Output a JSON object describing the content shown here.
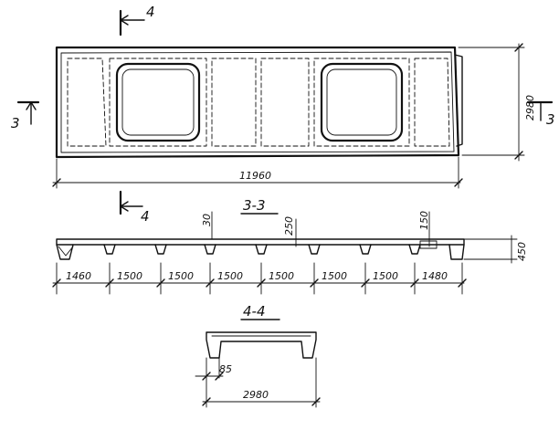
{
  "plan": {
    "length_label": "11960",
    "width_label": "2980",
    "section_3_left": "3",
    "section_3_right": "3",
    "section_4_top": "4",
    "section_4_bottom": "4"
  },
  "section_3_3": {
    "title": "3-3",
    "rib_30": "30",
    "rib_250": "250",
    "rib_150": "150",
    "height_450": "450",
    "spans": [
      "1460",
      "1500",
      "1500",
      "1500",
      "1500",
      "1500",
      "1500",
      "1480"
    ]
  },
  "section_4_4": {
    "title": "4-4",
    "edge_85": "85",
    "width_label": "2980"
  }
}
